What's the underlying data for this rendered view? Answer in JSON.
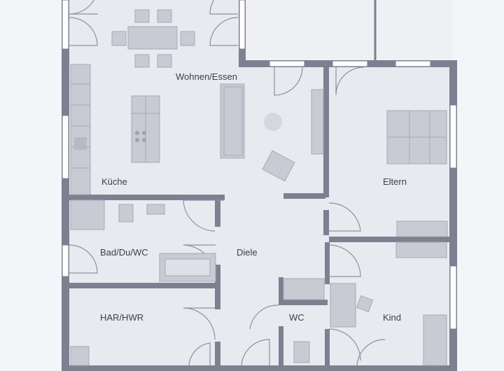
{
  "rooms": {
    "wohnen_essen": "Wohnen/Essen",
    "kueche": "Küche",
    "eltern": "Eltern",
    "bad": "Bad/Du/WC",
    "diele": "Diele",
    "har": "HAR/HWR",
    "wc": "WC",
    "kind": "Kind"
  },
  "colors": {
    "background": "#f4f5f8",
    "floor": "#e9eaf0",
    "wall": "#7d8090",
    "furniture": "#c9cad3",
    "window": "#ffffff",
    "label": "#3c3f4a"
  }
}
